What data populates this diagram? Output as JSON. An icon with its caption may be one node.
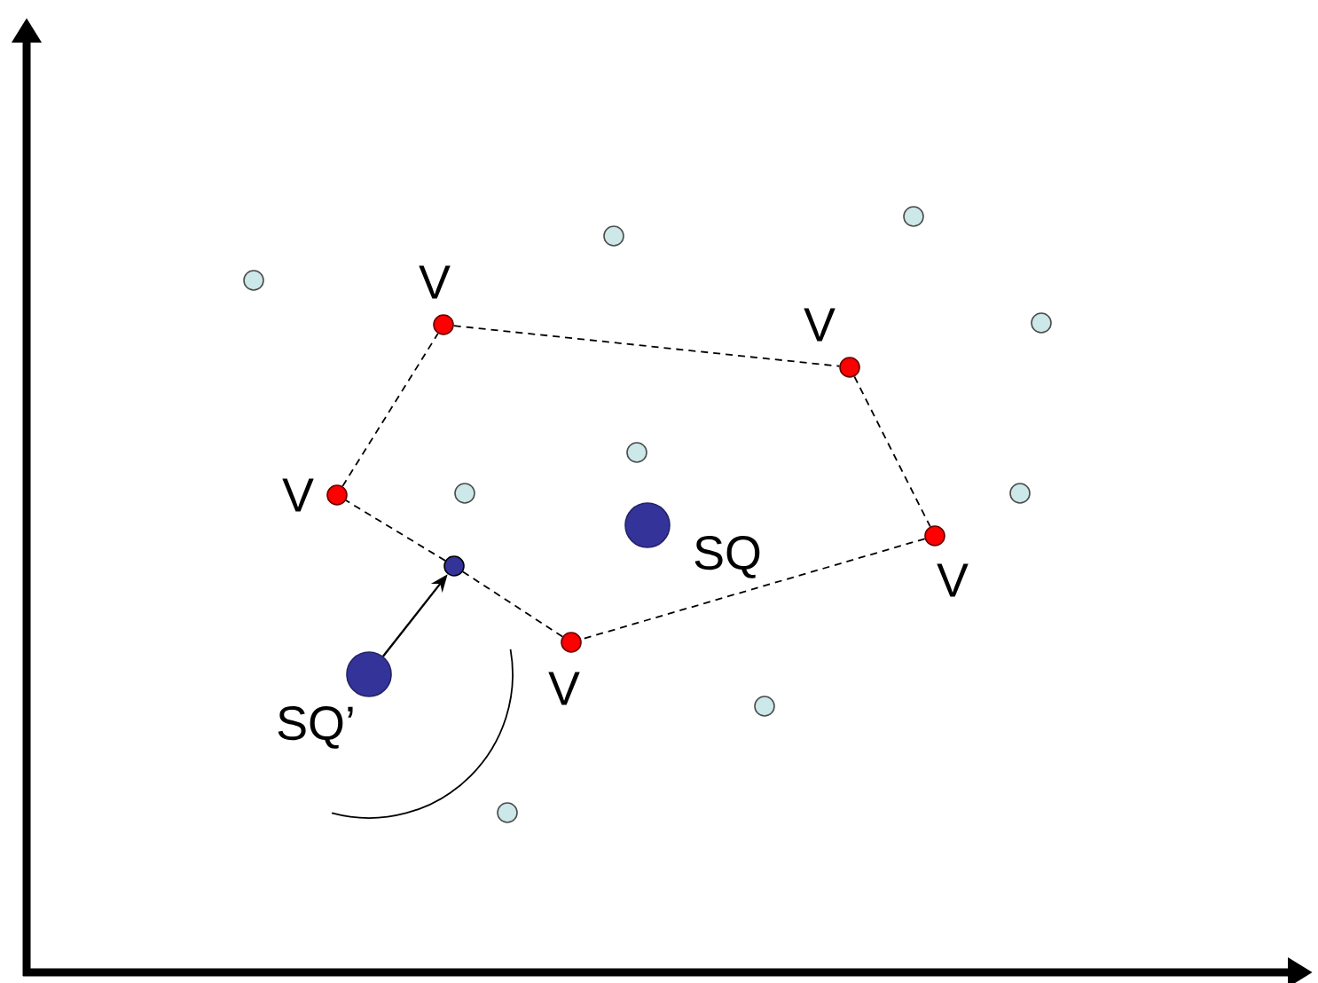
{
  "diagram": {
    "nodes": [
      {
        "text": [],
        "shape": "circle",
        "beside": [
          "V"
        ]
      },
      {
        "text": [],
        "shape": "circle",
        "beside": [
          "V"
        ]
      },
      {
        "text": [],
        "shape": "circle",
        "beside": [
          "V"
        ]
      },
      {
        "text": [],
        "shape": "circle",
        "beside": [
          "SQ"
        ]
      },
      {
        "text": [],
        "shape": "circle"
      },
      {
        "text": [],
        "shape": "circle",
        "beside": [
          "V"
        ]
      },
      {
        "text": [],
        "shape": "circle",
        "beside": [
          "SQ’"
        ]
      },
      {
        "text": [],
        "shape": "circle",
        "beside": [
          "V"
        ]
      },
      {
        "text": [],
        "shape": "circle"
      },
      {
        "text": [],
        "shape": "circle"
      },
      {
        "text": [],
        "shape": "circle"
      },
      {
        "text": [],
        "shape": "circle"
      },
      {
        "text": [],
        "shape": "circle"
      },
      {
        "text": [],
        "shape": "circle"
      },
      {
        "text": [],
        "shape": "circle"
      },
      {
        "text": [],
        "shape": "circle"
      },
      {
        "text": [],
        "shape": "circle"
      }
    ],
    "edges": [
      {
        "from": 0,
        "to": 1,
        "arrow": "none",
        "style": "dashed"
      },
      {
        "from": 1,
        "to": 5,
        "arrow": "none",
        "style": "dashed"
      },
      {
        "from": 5,
        "to": 7,
        "arrow": "none",
        "style": "dashed"
      },
      {
        "from": 7,
        "to": 4,
        "arrow": "none",
        "style": "dashed"
      },
      {
        "from": 4,
        "to": 2,
        "arrow": "none",
        "style": "dashed"
      },
      {
        "from": 2,
        "to": 0,
        "arrow": "none",
        "style": "dashed"
      },
      {
        "from": 6,
        "to": 4,
        "arrow": "to"
      }
    ]
  }
}
